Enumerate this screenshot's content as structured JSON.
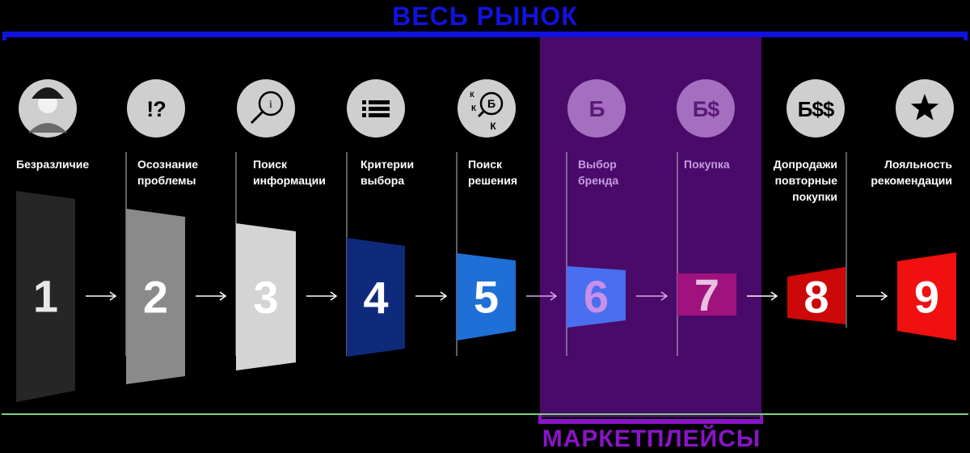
{
  "titles": {
    "market": "ВЕСЬ РЫНОК",
    "marketplaces": "МАРКЕТПЛЕЙСЫ"
  },
  "colors": {
    "market": "#1212e0",
    "marketplaces": "#8a14c8",
    "highlight": "#4a0a6a",
    "green_line": "#7ad27a"
  },
  "stages": [
    {
      "number": "1",
      "label_lines": [
        "Безразличие"
      ],
      "icon": "person-photo-icon",
      "icon_text": "",
      "color": "#262626"
    },
    {
      "number": "2",
      "label_lines": [
        "Осознание",
        "проблемы"
      ],
      "icon": "exclamation-question-icon",
      "icon_text": "!?",
      "color": "#8a8a8a"
    },
    {
      "number": "3",
      "label_lines": [
        "Поиск",
        "информации"
      ],
      "icon": "magnifier-info-icon",
      "icon_text": "i",
      "color": "#d4d4d4"
    },
    {
      "number": "4",
      "label_lines": [
        "Критерии",
        "выбора"
      ],
      "icon": "list-icon",
      "icon_text": "",
      "color": "#0f2a7a"
    },
    {
      "number": "5",
      "label_lines": [
        "Поиск",
        "решения"
      ],
      "icon": "brand-compare-icon",
      "icon_text": "Б",
      "icon_extra": [
        "К",
        "К",
        "К"
      ],
      "color": "#1f6fd6"
    },
    {
      "number": "6",
      "label_lines": [
        "Выбор",
        "бренда"
      ],
      "icon": "brand-icon",
      "icon_text": "Б",
      "color": "#4a6ef0"
    },
    {
      "number": "7",
      "label_lines": [
        "Покупка"
      ],
      "icon": "brand-dollar-icon",
      "icon_text": "Б$",
      "color": "#a0127e"
    },
    {
      "number": "8",
      "label_lines": [
        "Допродажи",
        "повторные",
        "покупки"
      ],
      "icon": "brand-double-dollar-icon",
      "icon_text": "Б$$",
      "color": "#cc0808"
    },
    {
      "number": "9",
      "label_lines": [
        "Лояльность",
        "рекомендации"
      ],
      "icon": "star-icon",
      "icon_text": "",
      "color": "#f01010"
    }
  ]
}
